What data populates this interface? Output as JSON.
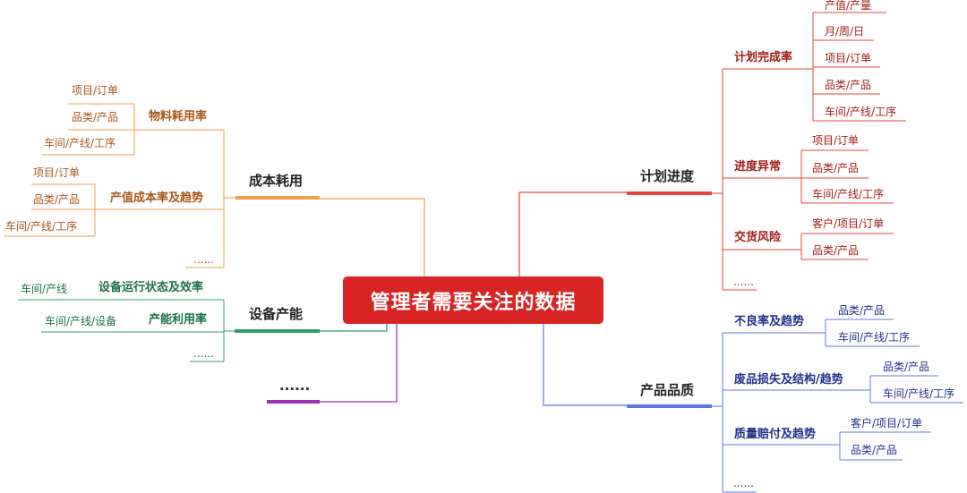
{
  "center": "管理者需要关注的数据",
  "colors": {
    "cost": "#ef9d4c",
    "cost_text": "#a9561a",
    "equip": "#2fa067",
    "equip_text": "#1b7243",
    "plan": "#e8433a",
    "plan_text": "#a21b14",
    "quality": "#5b78e0",
    "quality_text": "#1f2f8c",
    "other": "#9a30b0"
  },
  "branches": {
    "cost": {
      "label": "成本耗用",
      "material": {
        "label": "物料耗用率",
        "items": [
          "项目/订单",
          "品类/产品",
          "车间/产线/工序"
        ]
      },
      "output_cost": {
        "label": "产值成本率及趋势",
        "items": [
          "项目/订单",
          "品类/产品",
          "车间/产线/工序"
        ]
      },
      "more": "......"
    },
    "equipment": {
      "label": "设备产能",
      "status": {
        "label": "设备运行状态及效率",
        "items": [
          "车间/产线"
        ]
      },
      "capacity": {
        "label": "产能利用率",
        "items": [
          "车间/产线/设备"
        ]
      },
      "more": "......"
    },
    "other": {
      "label": "......"
    },
    "plan": {
      "label": "计划进度",
      "completion": {
        "label": "计划完成率",
        "items": [
          "产值/产量",
          "月/周/日",
          "项目/订单",
          "品类/产品",
          "车间/产线/工序"
        ]
      },
      "abnormal": {
        "label": "进度异常",
        "items": [
          "项目/订单",
          "品类/产品",
          "车间/产线/工序"
        ]
      },
      "delivery": {
        "label": "交货风险",
        "items": [
          "客户/项目/订单",
          "品类/产品"
        ]
      },
      "more": "......"
    },
    "quality": {
      "label": "产品品质",
      "defect": {
        "label": "不良率及趋势",
        "items": [
          "品类/产品",
          "车间/产线/工序"
        ]
      },
      "scrap": {
        "label": "废品损失及结构/趋势",
        "items": [
          "品类/产品",
          "车间/产线/工序"
        ]
      },
      "claim": {
        "label": "质量赔付及趋势",
        "items": [
          "客户/项目/订单",
          "品类/产品"
        ]
      },
      "more": "......"
    }
  }
}
